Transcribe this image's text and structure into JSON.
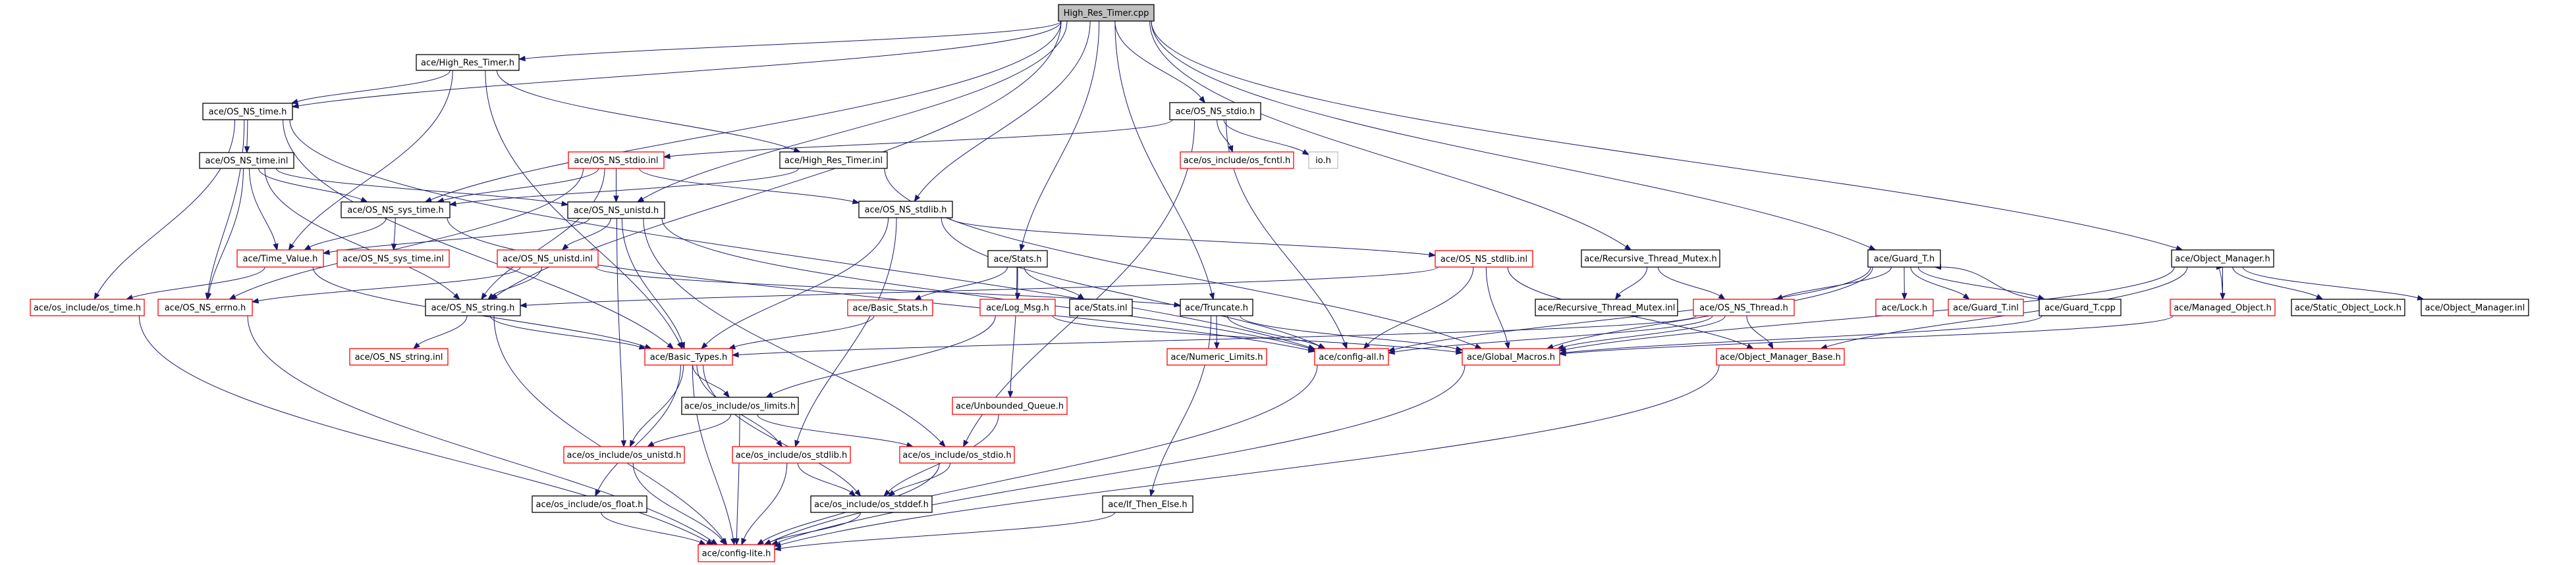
{
  "title": "High_Res_Timer.cpp include dependency graph",
  "colors": {
    "edge": "#191970",
    "root_fill": "#bfbfbf",
    "documented_border": "#000000",
    "undocumented_border": "#ff0000",
    "external_border": "#bfbfbf"
  },
  "nodes": [
    {
      "id": "root",
      "label": "High_Res_Timer.cpp",
      "kind": "root"
    },
    {
      "id": "hrt_h",
      "label": "ace/High_Res_Timer.h",
      "kind": "normal"
    },
    {
      "id": "os_ns_time_h",
      "label": "ace/OS_NS_time.h",
      "kind": "normal"
    },
    {
      "id": "os_ns_time_inl",
      "label": "ace/OS_NS_time.inl",
      "kind": "normal"
    },
    {
      "id": "os_ns_stdio_inl",
      "label": "ace/OS_NS_stdio.inl",
      "kind": "missing"
    },
    {
      "id": "hrt_inl",
      "label": "ace/High_Res_Timer.inl",
      "kind": "normal"
    },
    {
      "id": "os_ns_stdio_h",
      "label": "ace/OS_NS_stdio.h",
      "kind": "normal"
    },
    {
      "id": "os_fcntl_h",
      "label": "ace/os_include/os_fcntl.h",
      "kind": "missing"
    },
    {
      "id": "io_h",
      "label": "io.h",
      "kind": "external"
    },
    {
      "id": "os_ns_sys_time_h",
      "label": "ace/OS_NS_sys_time.h",
      "kind": "normal"
    },
    {
      "id": "os_ns_unistd_h",
      "label": "ace/OS_NS_unistd.h",
      "kind": "normal"
    },
    {
      "id": "os_ns_stdlib_h",
      "label": "ace/OS_NS_stdlib.h",
      "kind": "normal"
    },
    {
      "id": "time_value_h",
      "label": "ace/Time_Value.h",
      "kind": "missing"
    },
    {
      "id": "os_ns_sys_time_inl",
      "label": "ace/OS_NS_sys_time.inl",
      "kind": "missing"
    },
    {
      "id": "os_ns_unistd_inl",
      "label": "ace/OS_NS_unistd.inl",
      "kind": "missing"
    },
    {
      "id": "stats_h",
      "label": "ace/Stats.h",
      "kind": "normal"
    },
    {
      "id": "os_ns_stdlib_inl",
      "label": "ace/OS_NS_stdlib.inl",
      "kind": "missing"
    },
    {
      "id": "rtm_h",
      "label": "ace/Recursive_Thread_Mutex.h",
      "kind": "normal"
    },
    {
      "id": "guard_t_h",
      "label": "ace/Guard_T.h",
      "kind": "normal"
    },
    {
      "id": "object_manager_h",
      "label": "ace/Object_Manager.h",
      "kind": "normal"
    },
    {
      "id": "os_time_h",
      "label": "ace/os_include/os_time.h",
      "kind": "missing"
    },
    {
      "id": "os_ns_errno_h",
      "label": "ace/OS_NS_errno.h",
      "kind": "missing"
    },
    {
      "id": "os_ns_string_h",
      "label": "ace/OS_NS_string.h",
      "kind": "normal"
    },
    {
      "id": "basic_stats_h",
      "label": "ace/Basic_Stats.h",
      "kind": "missing"
    },
    {
      "id": "log_msg_h",
      "label": "ace/Log_Msg.h",
      "kind": "missing"
    },
    {
      "id": "stats_inl",
      "label": "ace/Stats.inl",
      "kind": "normal"
    },
    {
      "id": "truncate_h",
      "label": "ace/Truncate.h",
      "kind": "normal"
    },
    {
      "id": "rtm_inl",
      "label": "ace/Recursive_Thread_Mutex.inl",
      "kind": "normal"
    },
    {
      "id": "os_ns_thread_h",
      "label": "ace/OS_NS_Thread.h",
      "kind": "missing"
    },
    {
      "id": "lock_h",
      "label": "ace/Lock.h",
      "kind": "missing"
    },
    {
      "id": "guard_t_inl",
      "label": "ace/Guard_T.inl",
      "kind": "missing"
    },
    {
      "id": "guard_t_cpp",
      "label": "ace/Guard_T.cpp",
      "kind": "normal"
    },
    {
      "id": "managed_object_h",
      "label": "ace/Managed_Object.h",
      "kind": "missing"
    },
    {
      "id": "static_object_lock_h",
      "label": "ace/Static_Object_Lock.h",
      "kind": "normal"
    },
    {
      "id": "object_manager_inl",
      "label": "ace/Object_Manager.inl",
      "kind": "normal"
    },
    {
      "id": "os_ns_string_inl",
      "label": "ace/OS_NS_string.inl",
      "kind": "missing"
    },
    {
      "id": "basic_types_h",
      "label": "ace/Basic_Types.h",
      "kind": "missing"
    },
    {
      "id": "numeric_limits_h",
      "label": "ace/Numeric_Limits.h",
      "kind": "missing"
    },
    {
      "id": "config_all_h",
      "label": "ace/config-all.h",
      "kind": "missing"
    },
    {
      "id": "global_macros_h",
      "label": "ace/Global_Macros.h",
      "kind": "missing"
    },
    {
      "id": "object_manager_base_h",
      "label": "ace/Object_Manager_Base.h",
      "kind": "missing"
    },
    {
      "id": "os_limits_h",
      "label": "ace/os_include/os_limits.h",
      "kind": "normal"
    },
    {
      "id": "unbounded_queue_h",
      "label": "ace/Unbounded_Queue.h",
      "kind": "missing"
    },
    {
      "id": "os_unistd_h",
      "label": "ace/os_include/os_unistd.h",
      "kind": "missing"
    },
    {
      "id": "os_stdlib_h",
      "label": "ace/os_include/os_stdlib.h",
      "kind": "missing"
    },
    {
      "id": "os_stdio_h",
      "label": "ace/os_include/os_stdio.h",
      "kind": "missing"
    },
    {
      "id": "os_float_h",
      "label": "ace/os_include/os_float.h",
      "kind": "normal"
    },
    {
      "id": "os_stddef_h",
      "label": "ace/os_include/os_stddef.h",
      "kind": "normal"
    },
    {
      "id": "if_then_else_h",
      "label": "ace/If_Then_Else.h",
      "kind": "normal"
    },
    {
      "id": "config_lite_h",
      "label": "ace/config-lite.h",
      "kind": "missing"
    }
  ],
  "edges": [
    [
      "root",
      "hrt_h"
    ],
    [
      "root",
      "os_ns_time_h"
    ],
    [
      "root",
      "os_ns_string_h"
    ],
    [
      "root",
      "os_ns_sys_time_h"
    ],
    [
      "root",
      "os_ns_unistd_h"
    ],
    [
      "root",
      "os_ns_stdio_h"
    ],
    [
      "root",
      "os_ns_stdlib_h"
    ],
    [
      "root",
      "stats_h"
    ],
    [
      "root",
      "truncate_h"
    ],
    [
      "root",
      "rtm_h"
    ],
    [
      "root",
      "guard_t_h"
    ],
    [
      "root",
      "object_manager_h"
    ],
    [
      "hrt_h",
      "os_ns_time_h"
    ],
    [
      "hrt_h",
      "time_value_h"
    ],
    [
      "hrt_h",
      "basic_types_h"
    ],
    [
      "hrt_h",
      "hrt_inl"
    ],
    [
      "os_ns_time_h",
      "os_ns_time_inl"
    ],
    [
      "os_ns_time_h",
      "os_time_h"
    ],
    [
      "os_ns_time_h",
      "os_ns_errno_h"
    ],
    [
      "os_ns_time_h",
      "basic_types_h"
    ],
    [
      "os_ns_time_h",
      "config_all_h"
    ],
    [
      "os_ns_time_inl",
      "os_ns_sys_time_h"
    ],
    [
      "os_ns_time_inl",
      "time_value_h"
    ],
    [
      "os_ns_time_inl",
      "os_ns_errno_h"
    ],
    [
      "os_ns_time_inl",
      "os_ns_unistd_h"
    ],
    [
      "os_ns_time_inl",
      "os_ns_string_h"
    ],
    [
      "os_ns_stdio_inl",
      "os_ns_unistd_h"
    ],
    [
      "os_ns_stdio_inl",
      "os_ns_stdlib_h"
    ],
    [
      "os_ns_stdio_inl",
      "os_ns_sys_time_h"
    ],
    [
      "os_ns_stdio_inl",
      "os_ns_string_h"
    ],
    [
      "os_ns_stdio_inl",
      "os_ns_errno_h"
    ],
    [
      "hrt_inl",
      "os_ns_sys_time_h"
    ],
    [
      "hrt_inl",
      "global_macros_h"
    ],
    [
      "os_ns_stdio_h",
      "os_ns_stdio_inl"
    ],
    [
      "os_ns_stdio_h",
      "os_fcntl_h"
    ],
    [
      "os_ns_stdio_h",
      "io_h"
    ],
    [
      "os_ns_stdio_h",
      "os_stdio_h"
    ],
    [
      "os_ns_stdio_h",
      "config_all_h"
    ],
    [
      "os_ns_sys_time_h",
      "time_value_h"
    ],
    [
      "os_ns_sys_time_h",
      "os_ns_sys_time_inl"
    ],
    [
      "os_ns_sys_time_h",
      "config_all_h"
    ],
    [
      "os_ns_unistd_h",
      "os_ns_unistd_inl"
    ],
    [
      "os_ns_unistd_h",
      "time_value_h"
    ],
    [
      "os_ns_unistd_h",
      "basic_types_h"
    ],
    [
      "os_ns_unistd_h",
      "os_unistd_h"
    ],
    [
      "os_ns_unistd_h",
      "os_stdio_h"
    ],
    [
      "os_ns_unistd_h",
      "config_all_h"
    ],
    [
      "os_ns_stdlib_h",
      "os_ns_stdlib_inl"
    ],
    [
      "os_ns_stdlib_h",
      "basic_types_h"
    ],
    [
      "os_ns_stdlib_h",
      "os_stdlib_h"
    ],
    [
      "os_ns_stdlib_h",
      "config_all_h"
    ],
    [
      "time_value_h",
      "os_time_h"
    ],
    [
      "time_value_h",
      "basic_types_h"
    ],
    [
      "os_ns_unistd_inl",
      "os_ns_errno_h"
    ],
    [
      "os_ns_unistd_inl",
      "os_ns_string_h"
    ],
    [
      "os_ns_unistd_inl",
      "truncate_h"
    ],
    [
      "stats_h",
      "basic_stats_h"
    ],
    [
      "stats_h",
      "log_msg_h"
    ],
    [
      "stats_h",
      "stats_inl"
    ],
    [
      "stats_h",
      "unbounded_queue_h"
    ],
    [
      "os_ns_stdlib_inl",
      "config_all_h"
    ],
    [
      "os_ns_stdlib_inl",
      "global_macros_h"
    ],
    [
      "os_ns_stdlib_inl",
      "os_ns_string_h"
    ],
    [
      "os_ns_stdlib_inl",
      "object_manager_base_h"
    ],
    [
      "rtm_h",
      "rtm_inl"
    ],
    [
      "rtm_h",
      "os_ns_thread_h"
    ],
    [
      "guard_t_h",
      "os_ns_thread_h"
    ],
    [
      "guard_t_h",
      "lock_h"
    ],
    [
      "guard_t_h",
      "guard_t_inl"
    ],
    [
      "guard_t_h",
      "guard_t_cpp"
    ],
    [
      "guard_t_h",
      "global_macros_h"
    ],
    [
      "guard_t_h",
      "config_all_h"
    ],
    [
      "guard_t_cpp",
      "guard_t_h"
    ],
    [
      "guard_t_cpp",
      "global_macros_h"
    ],
    [
      "object_manager_h",
      "managed_object_h"
    ],
    [
      "object_manager_h",
      "static_object_lock_h"
    ],
    [
      "object_manager_h",
      "object_manager_inl"
    ],
    [
      "object_manager_h",
      "object_manager_base_h"
    ],
    [
      "object_manager_h",
      "global_macros_h"
    ],
    [
      "managed_object_h",
      "object_manager_h"
    ],
    [
      "managed_object_h",
      "global_macros_h"
    ],
    [
      "os_time_h",
      "config_lite_h"
    ],
    [
      "os_ns_errno_h",
      "config_lite_h"
    ],
    [
      "os_ns_string_h",
      "os_ns_string_inl"
    ],
    [
      "os_ns_string_h",
      "basic_types_h"
    ],
    [
      "os_ns_string_h",
      "config_lite_h"
    ],
    [
      "basic_stats_h",
      "basic_types_h"
    ],
    [
      "log_msg_h",
      "os_limits_h"
    ],
    [
      "log_msg_h",
      "global_macros_h"
    ],
    [
      "truncate_h",
      "numeric_limits_h"
    ],
    [
      "truncate_h",
      "config_all_h"
    ],
    [
      "truncate_h",
      "global_macros_h"
    ],
    [
      "truncate_h",
      "if_then_else_h"
    ],
    [
      "os_ns_thread_h",
      "basic_types_h"
    ],
    [
      "os_ns_thread_h",
      "config_all_h"
    ],
    [
      "os_ns_thread_h",
      "global_macros_h"
    ],
    [
      "os_ns_thread_h",
      "object_manager_base_h"
    ],
    [
      "basic_types_h",
      "os_limits_h"
    ],
    [
      "basic_types_h",
      "os_unistd_h"
    ],
    [
      "basic_types_h",
      "os_stdlib_h"
    ],
    [
      "basic_types_h",
      "os_float_h"
    ],
    [
      "basic_types_h",
      "os_stddef_h"
    ],
    [
      "basic_types_h",
      "config_lite_h"
    ],
    [
      "os_limits_h",
      "os_unistd_h"
    ],
    [
      "os_limits_h",
      "os_stdio_h"
    ],
    [
      "os_limits_h",
      "config_lite_h"
    ],
    [
      "unbounded_queue_h",
      "os_stddef_h"
    ],
    [
      "os_unistd_h",
      "config_lite_h"
    ],
    [
      "os_stdlib_h",
      "os_stddef_h"
    ],
    [
      "os_stdlib_h",
      "config_lite_h"
    ],
    [
      "os_stdio_h",
      "os_stddef_h"
    ],
    [
      "os_stdio_h",
      "config_lite_h"
    ],
    [
      "os_float_h",
      "config_lite_h"
    ],
    [
      "os_stddef_h",
      "config_lite_h"
    ],
    [
      "config_all_h",
      "config_lite_h"
    ],
    [
      "global_macros_h",
      "config_lite_h"
    ],
    [
      "object_manager_base_h",
      "config_lite_h"
    ],
    [
      "if_then_else_h",
      "config_lite_h"
    ]
  ]
}
